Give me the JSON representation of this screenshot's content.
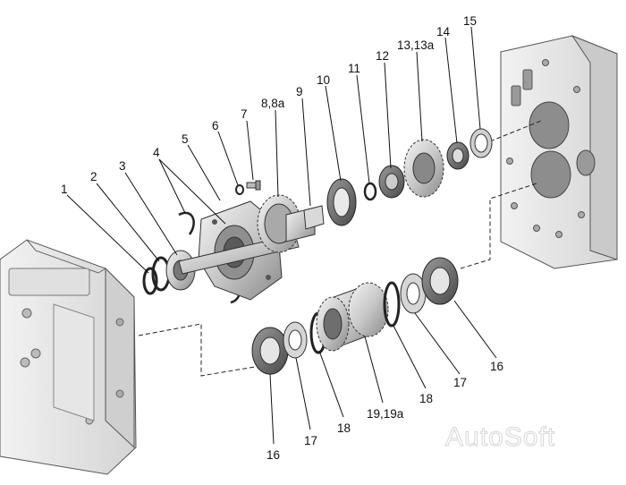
{
  "diagram": {
    "part_labels": {
      "p1": "1",
      "p2": "2",
      "p3": "3",
      "p4": "4",
      "p5": "5",
      "p6": "6",
      "p7": "7",
      "p8": "8,8a",
      "p9": "9",
      "p10": "10",
      "p11": "11",
      "p12": "12",
      "p13": "13,13a",
      "p14": "14",
      "p15": "15",
      "p16a": "16",
      "p16b": "16",
      "p17a": "17",
      "p17b": "17",
      "p18a": "18",
      "p18b": "18",
      "p19": "19,19a"
    },
    "watermark": "AutoSoft"
  },
  "colors": {
    "metal_light": "#e8e8e8",
    "metal_mid": "#bdbdbd",
    "metal_dark": "#6e6e6e",
    "outline": "#3a3a3a",
    "text": "#111111",
    "watermark": "#d6d6d6"
  }
}
